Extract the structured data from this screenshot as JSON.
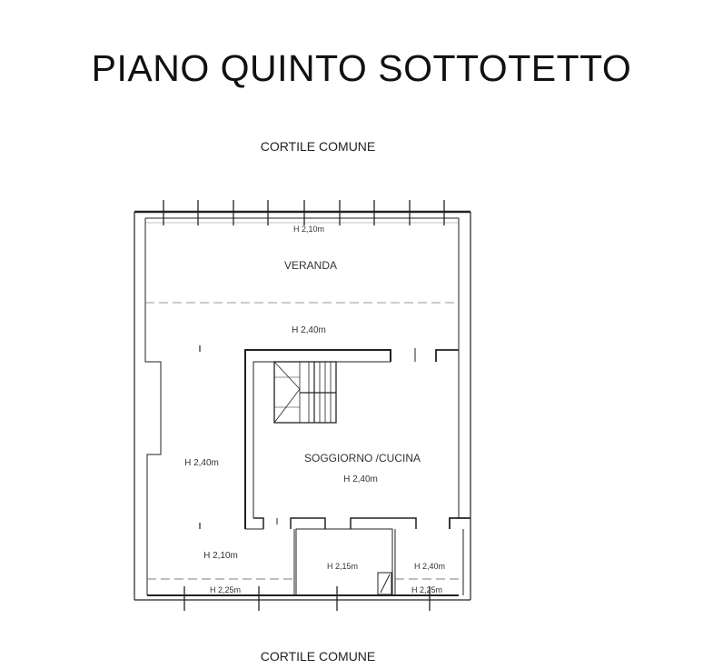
{
  "title": "PIANO QUINTO SOTTOTETTO",
  "courtyard_top": "CORTILE COMUNE",
  "courtyard_bottom": "CORTILE COMUNE",
  "rooms": {
    "veranda_height": "H 2,10m",
    "veranda_name": "VERANDA",
    "corridor_height": "H 2,40m",
    "left_room_height": "H 2,40m",
    "living_name": "SOGGIORNO /CUCINA",
    "living_height": "H 2,40m",
    "bottom_left_height": "H 2,10m",
    "bathroom_height": "H 2,15m",
    "bottom_right_height": "H 2,40m",
    "balcony_left_height": "H 2,25m",
    "balcony_right_height": "H 2,25m"
  }
}
